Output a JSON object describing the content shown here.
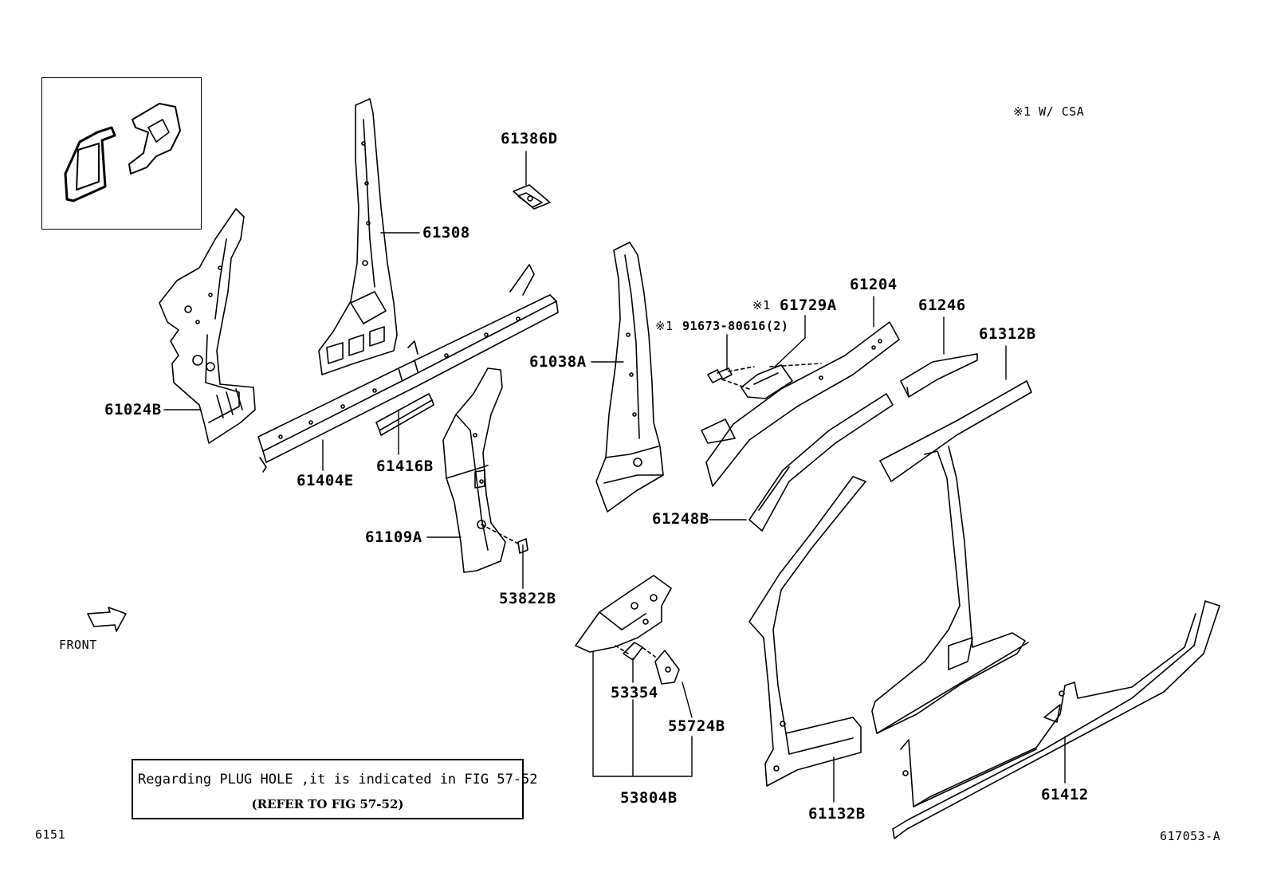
{
  "legend_note": "※1 W/ CSA",
  "labels": {
    "p61386D": "61386D",
    "p61308": "61308",
    "p61024B": "61024B",
    "p61404E": "61404E",
    "p61416B": "61416B",
    "p61038A": "61038A",
    "p61109A": "61109A",
    "p53822B": "53822B",
    "p61729A": "61729A",
    "p61729A_mark": "※1",
    "p91673": "91673-80616(2)",
    "p91673_mark": "※1",
    "p61204": "61204",
    "p61246": "61246",
    "p61312B": "61312B",
    "p61248B": "61248B",
    "p53354": "53354",
    "p55724B": "55724B",
    "p53804B": "53804B",
    "p61132B": "61132B",
    "p61412": "61412"
  },
  "front_label": "FRONT",
  "note": {
    "line1": "Regarding PLUG HOLE ,it is indicated in FIG 57-52",
    "line2": "(REFER TO FIG 57-52)"
  },
  "page_code": "6151",
  "figure_code": "617053-A"
}
